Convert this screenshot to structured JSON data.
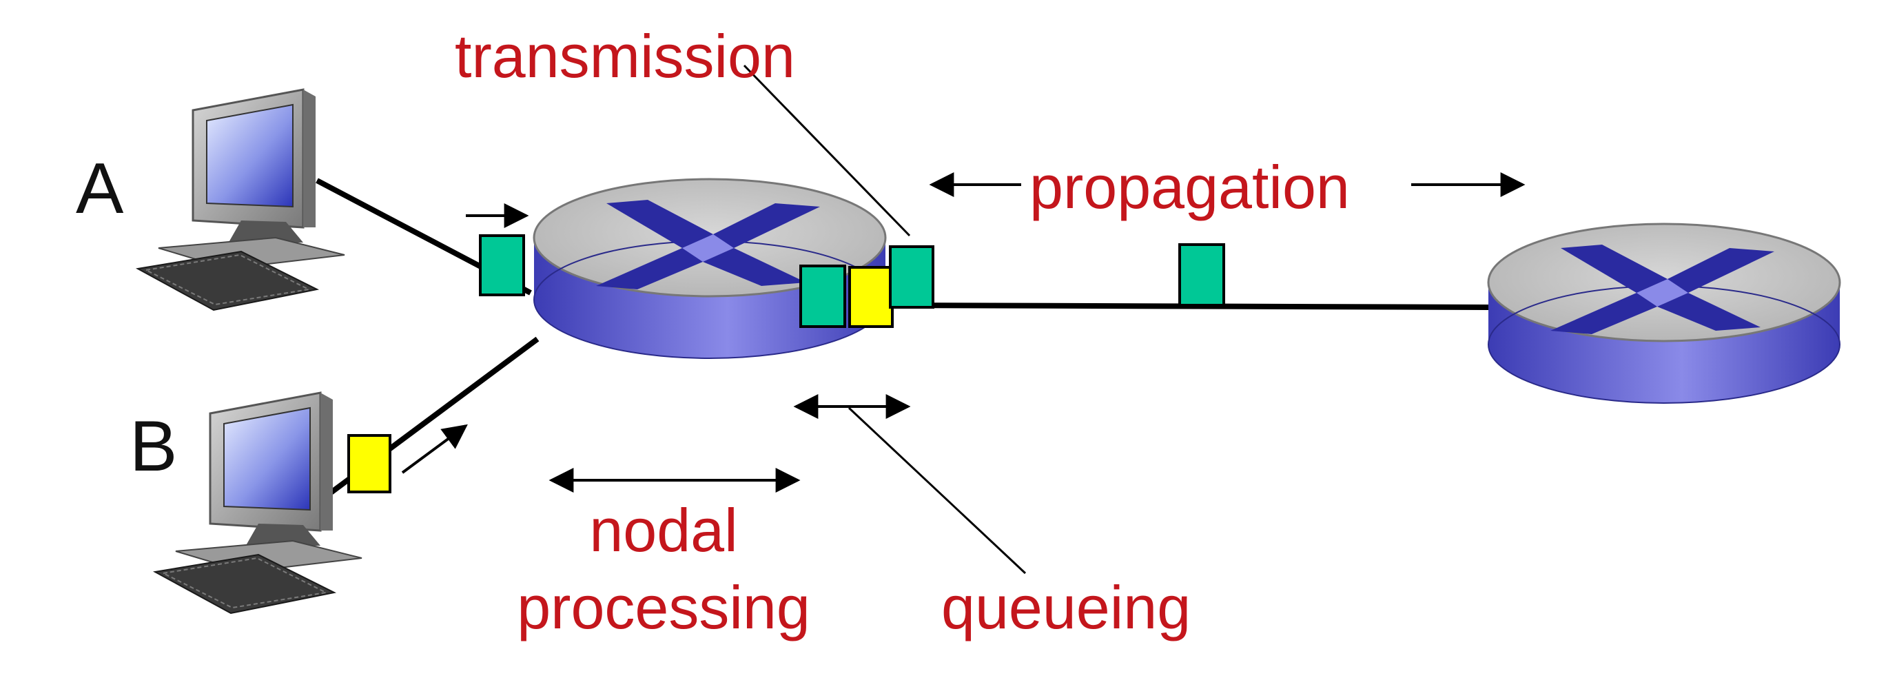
{
  "labels": {
    "host_a": "A",
    "host_b": "B",
    "transmission": "transmission",
    "propagation": "propagation",
    "nodal_line1": "nodal",
    "nodal_line2": "processing",
    "queueing": "queueing"
  },
  "colors": {
    "label_red": "#c4161c",
    "packet_green": "#00c896",
    "packet_yellow": "#ffff00",
    "router_top": "#c8c8c8",
    "router_side": "#5a5ad0",
    "router_cross": "#2a2aa0",
    "link": "#000000"
  },
  "icons": {
    "host_a": "desktop-computer-icon",
    "host_b": "desktop-computer-icon",
    "router_left": "router-icon",
    "router_right": "router-icon"
  }
}
